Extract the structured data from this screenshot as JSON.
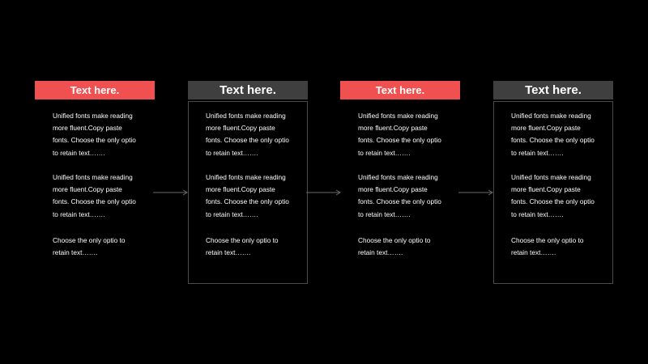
{
  "colors": {
    "background": "#000000",
    "accent_red": "#f05050",
    "header_gray": "#3f3f3f",
    "box_border": "#4a4a4a",
    "arrow": "#6a6a6a",
    "text": "#ffffff"
  },
  "columns": [
    {
      "title": "Text here.",
      "style": "red",
      "paragraphs": [
        "Unified fonts make reading\nmore fluent.Copy paste\nfonts. Choose the only optio\nto retain text…….",
        "Unified fonts make reading\nmore fluent.Copy paste\nfonts. Choose the only optio\nto retain text…….",
        "Choose the only optio to\nretain text……."
      ]
    },
    {
      "title": "Text here.",
      "style": "gray",
      "paragraphs": [
        "Unified fonts make reading\nmore fluent.Copy paste\nfonts. Choose the only optio\nto retain text…….",
        "Unified fonts make reading\nmore fluent.Copy paste\nfonts. Choose the only optio\nto retain text…….",
        "Choose the only optio to\nretain text……."
      ]
    },
    {
      "title": "Text here.",
      "style": "red",
      "paragraphs": [
        "Unified fonts make reading\nmore fluent.Copy paste\nfonts. Choose the only optio\nto retain text…….",
        "Unified fonts make reading\nmore fluent.Copy paste\nfonts. Choose the only optio\nto retain text…….",
        "Choose the only optio to\nretain text……."
      ]
    },
    {
      "title": "Text here.",
      "style": "gray",
      "paragraphs": [
        "Unified fonts make reading\nmore fluent.Copy paste\nfonts. Choose the only optio\nto retain text…….",
        "Unified fonts make reading\nmore fluent.Copy paste\nfonts. Choose the only optio\nto retain text…….",
        "Choose the only optio to\nretain text……."
      ]
    }
  ]
}
